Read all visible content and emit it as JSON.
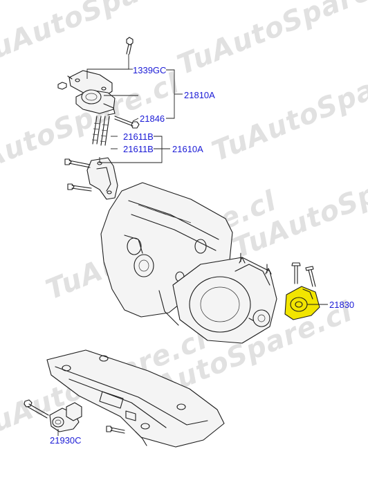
{
  "watermark": {
    "text": "TuAutoSpare.cl"
  },
  "labels": {
    "p1339gc": "1339GC",
    "p21810a": "21810A",
    "p21846": "21846",
    "p21611b_top": "21611B",
    "p21611b_bottom": "21611B",
    "p21610a": "21610A",
    "p21830": "21830",
    "p21930c": "21930C"
  },
  "colors": {
    "label_blue": "#1a1ad6",
    "highlight_yellow": "#f2e500",
    "watermark_grey": "#c8c8c8"
  }
}
